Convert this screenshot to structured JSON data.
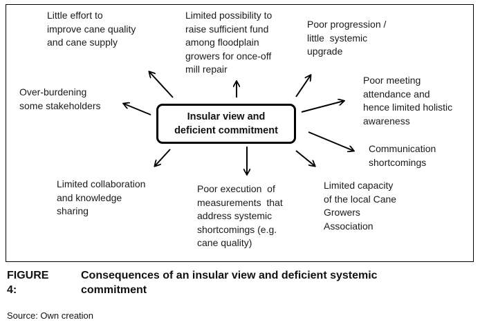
{
  "diagram": {
    "center": "Insular view and\ndeficient commitment",
    "nodes": [
      "Little effort to\nimprove cane quality\nand cane supply",
      "Limited possibility to\nraise sufficient fund\namong floodplain\ngrowers for once-off\nmill repair",
      "Poor progression /\nlittle  systemic\nupgrade",
      "Poor meeting\nattendance and\nhence limited holistic\nawareness",
      "Over-burdening\nsome stakeholders",
      "Communication\nshortcomings",
      "Limited collaboration\nand knowledge\nsharing",
      "Poor execution  of\nmeasurements  that\naddress systemic\nshortcomings (e.g.\ncane quality)",
      "Limited capacity\nof the local Cane\nGrowers\nAssociation"
    ]
  },
  "caption": {
    "label": "FIGURE 4:",
    "text": "Consequences of an insular view and deficient systemic commitment"
  },
  "source": "Source:  Own creation"
}
